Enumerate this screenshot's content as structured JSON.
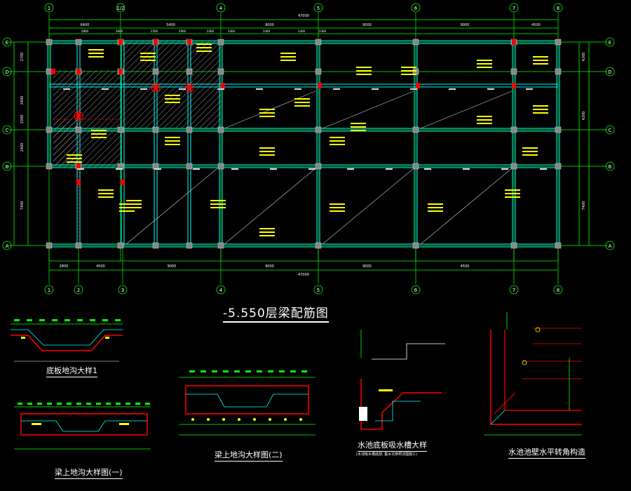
{
  "drawing": {
    "title": "-5.550层梁配筋图",
    "total_dimension": "47000",
    "axes_x": [
      "1",
      "1/2",
      "4",
      "5",
      "6",
      "7",
      "8"
    ],
    "axes_x_bottom": [
      "1",
      "2",
      "3",
      "4",
      "5",
      "6",
      "7",
      "8"
    ],
    "axes_y": [
      "E",
      "D",
      "C",
      "B",
      "A"
    ],
    "top_spans": [
      "6400",
      "5400",
      "9000",
      "9000",
      "9000",
      "4500"
    ],
    "top_subspans": [
      "2800",
      "3600",
      "2500",
      "2900",
      "3300",
      "3300",
      "3300",
      "3300",
      "3300"
    ],
    "bottom_spans": [
      "2800",
      "4500",
      "9000",
      "9000",
      "9000",
      "4500"
    ],
    "left_dims": [
      "2700",
      "2400",
      "3300",
      "2400",
      "7400"
    ],
    "right_dims": [
      "4200",
      "4200",
      "7400"
    ]
  },
  "details": [
    {
      "title": "底板地沟大样1"
    },
    {
      "title": "梁上地沟大样图(二)"
    },
    {
      "title": "梁上地沟大样图(一)"
    },
    {
      "title": "水池底板吸水槽大样",
      "note": "(水池吸水槽底部, 集水坑参照详图施工)"
    },
    {
      "title": "水池池壁水平转角构造"
    }
  ],
  "colors": {
    "grid": "#00ff00",
    "beam": "#00ffff",
    "column": "#ff0000",
    "label": "#ffff00",
    "text": "#ffffff"
  }
}
